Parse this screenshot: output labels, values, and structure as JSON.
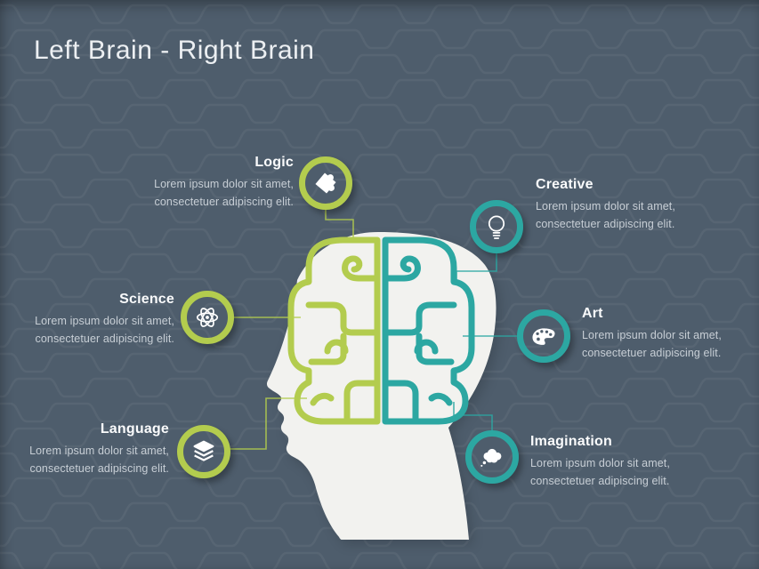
{
  "slide": {
    "title": "Left Brain - Right Brain"
  },
  "colors": {
    "background": "#4e5d6c",
    "left_accent": "#b3cc4e",
    "right_accent": "#2ca7a2",
    "head_fill": "#f2f2ef",
    "label_text": "#fafbfc",
    "body_text": "#c7ced5",
    "title_text": "#eceff2"
  },
  "items": {
    "logic": {
      "label": "Logic",
      "description": "Lorem ipsum dolor sit amet, consectetuer adipiscing elit.",
      "icon": "puzzle-icon",
      "side": "left"
    },
    "science": {
      "label": "Science",
      "description": "Lorem ipsum dolor sit amet, consectetuer adipiscing elit.",
      "icon": "atom-icon",
      "side": "left"
    },
    "language": {
      "label": "Language",
      "description": "Lorem ipsum dolor sit amet, consectetuer adipiscing elit.",
      "icon": "books-icon",
      "side": "left"
    },
    "creative": {
      "label": "Creative",
      "description": "Lorem ipsum dolor sit amet, consectetuer adipiscing elit.",
      "icon": "lightbulb-icon",
      "side": "right"
    },
    "art": {
      "label": "Art",
      "description": "Lorem ipsum dolor sit amet, consectetuer adipiscing elit.",
      "icon": "palette-icon",
      "side": "right"
    },
    "imagination": {
      "label": "Imagination",
      "description": "Lorem ipsum dolor sit amet, consectetuer adipiscing elit.",
      "icon": "thought-cloud-icon",
      "side": "right"
    }
  }
}
